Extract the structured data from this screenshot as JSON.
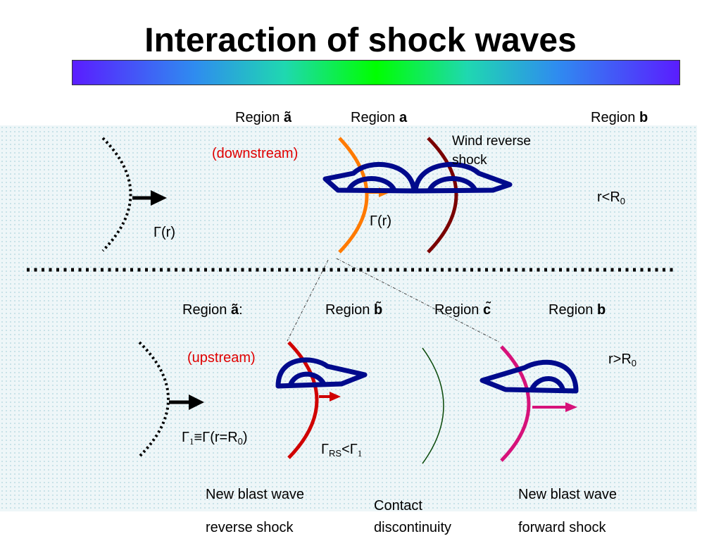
{
  "title": "Interaction of shock waves",
  "top": {
    "region_a_tilde_prefix": "Region ",
    "region_a_tilde_letter": "ã",
    "region_a_prefix": "Region ",
    "region_a_letter": "a",
    "region_b_prefix": "Region ",
    "region_b_letter": "b",
    "downstream": "(downstream)",
    "wind_reverse_line1": "Wind reverse",
    "wind_reverse_line2": "shock",
    "gamma_left": "Γ(r)",
    "gamma_mid": "Γ(r)",
    "r_lt_prefix": "r<R",
    "r_lt_sub": "0"
  },
  "bottom": {
    "region_a_tilde_label": "Region ",
    "region_a_tilde_letter": "ã",
    "region_a_tilde_colon": ":",
    "region_b_tilde_prefix": "Region ",
    "region_b_tilde_letter": "b̃",
    "region_c_tilde_prefix": "Region ",
    "region_c_tilde_letter": "c̃",
    "region_b_prefix": "Region ",
    "region_b_letter": "b",
    "upstream": "(upstream)",
    "r_gt_prefix": "r>R",
    "r_gt_sub": "0",
    "gamma1_a": "Γ",
    "gamma1_sub": "1",
    "gamma1_b": "≡Γ(r=R",
    "gamma1_sub2": "0",
    "gamma1_c": ")",
    "grs_a": "Γ",
    "grs_sub": "RS",
    "grs_b": "<Γ",
    "grs_sub2": "1",
    "new_blast_left_1": "New blast wave",
    "new_blast_left_2": "reverse shock",
    "contact_1": "Contact",
    "contact_2": "discontinuity",
    "new_blast_right_1": "New blast wave",
    "new_blast_right_2": "forward shock"
  },
  "colors": {
    "orange": "#ff7a00",
    "darkred": "#7a0000",
    "red": "#d00000",
    "magenta": "#d6127a",
    "navy": "#000a8c",
    "darkgreen": "#0a4a0a"
  }
}
